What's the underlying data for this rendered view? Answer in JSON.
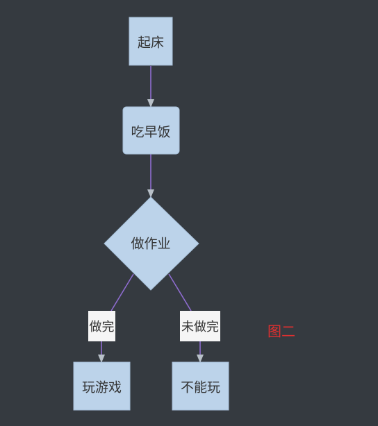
{
  "diagram": {
    "type": "flowchart",
    "nodes": {
      "get_up": "起床",
      "breakfast": "吃早饭",
      "homework": "做作业",
      "play": "玩游戏",
      "no_play": "不能玩"
    },
    "edge_labels": {
      "done": "做完",
      "not_done": "未做完"
    },
    "caption": "图二",
    "colors": {
      "background": "#353a40",
      "node_fill": "#bcd3ea",
      "node_stroke": "#a6bfd8",
      "edge_stroke": "#8e6ccf",
      "arrowhead": "#b8c0c8",
      "label_bg": "#f5f5f5",
      "caption": "#e03030"
    }
  }
}
